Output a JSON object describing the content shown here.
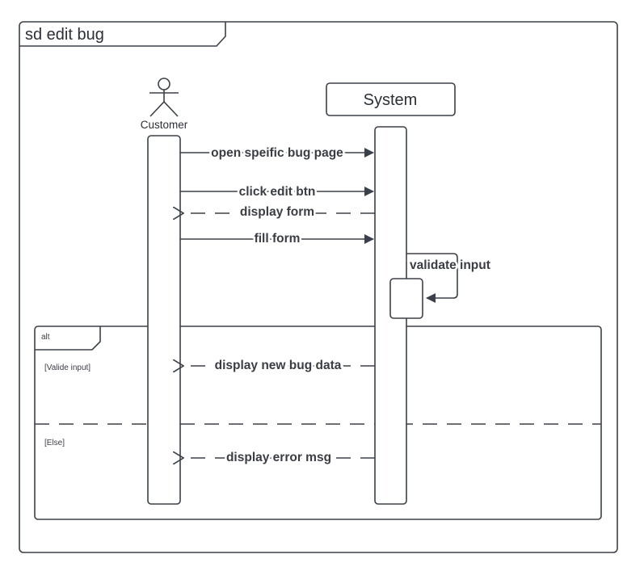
{
  "frame": {
    "title": "sd edit bug"
  },
  "participants": {
    "actor": "Customer",
    "system": "System"
  },
  "messages": [
    {
      "label": "open speific bug page",
      "type": "sync"
    },
    {
      "label": "click edit btn",
      "type": "sync"
    },
    {
      "label": "display form",
      "type": "return"
    },
    {
      "label": "fill form",
      "type": "sync"
    },
    {
      "label": "validate input",
      "type": "self"
    }
  ],
  "alt_fragment": {
    "operator": "alt",
    "guards": [
      "[Valide input]",
      "[Else]"
    ],
    "messages": [
      {
        "label": "display new bug data",
        "type": "return"
      },
      {
        "label": "display error msg",
        "type": "return"
      }
    ]
  },
  "colors": {
    "stroke": "#3c4048",
    "text": "#3a3d44",
    "background": "#ffffff"
  }
}
